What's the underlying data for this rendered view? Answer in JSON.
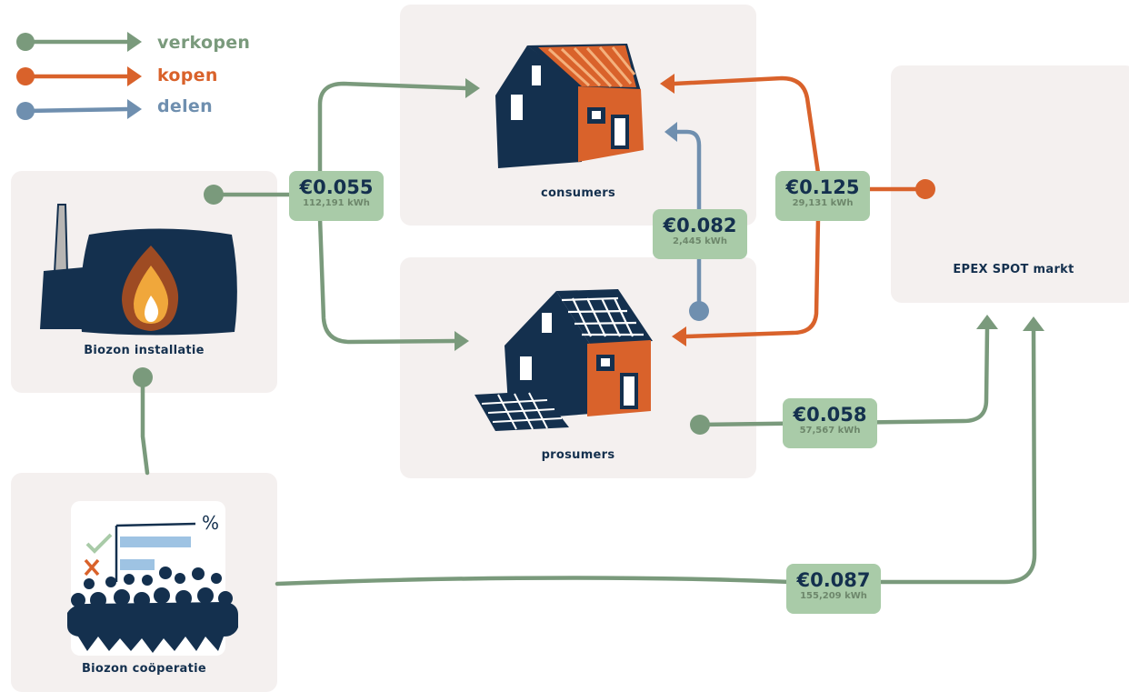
{
  "colors": {
    "sell": "#7a9a7c",
    "buy": "#d9622b",
    "share": "#6f8faf",
    "navy": "#14304e",
    "panel": "#f4f0ef",
    "tag": "#a9cba8"
  },
  "legend": [
    {
      "label": "verkopen",
      "color": "#7a9a7c"
    },
    {
      "label": "kopen",
      "color": "#d9622b"
    },
    {
      "label": "delen",
      "color": "#6f8faf"
    }
  ],
  "nodes": {
    "consumers": {
      "label": "consumers",
      "icon": "house-icon"
    },
    "prosumers": {
      "label": "prosumers",
      "icon": "solar-house-icon"
    },
    "biozon_installatie": {
      "label": "Biozon installatie",
      "icon": "biogas-plant-icon"
    },
    "biozon_cooperatie": {
      "label": "Biozon coöperatie",
      "icon": "cooperative-members-icon"
    },
    "epex": {
      "label": "EPEX SPOT markt"
    }
  },
  "flows": {
    "installatie_to_homes": {
      "price": "€0.055",
      "kwh": "112,191 kWh",
      "type": "verkopen"
    },
    "epex_to_homes": {
      "price": "€0.125",
      "kwh": "29,131 kWh",
      "type": "kopen"
    },
    "prosumers_to_consumers": {
      "price": "€0.082",
      "kwh": "2,445 kWh",
      "type": "delen"
    },
    "prosumers_to_epex": {
      "price": "€0.058",
      "kwh": "57,567 kWh",
      "type": "verkopen"
    },
    "cooperatie_to_epex": {
      "price": "€0.087",
      "kwh": "155,209 kWh",
      "type": "verkopen"
    }
  }
}
